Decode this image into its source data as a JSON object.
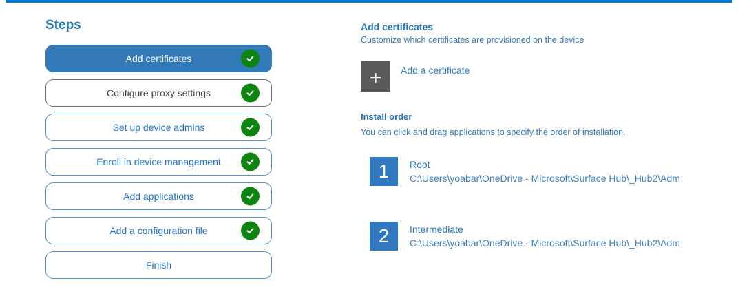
{
  "page": {
    "accent_color": "#0078D4",
    "active_step_color": "#3279B7",
    "check_color": "#0E8410",
    "tile_gray": "#58595B",
    "tile_blue": "#3079C0"
  },
  "steps_panel": {
    "title": "Steps",
    "steps": [
      {
        "label": "Add certificates",
        "completed": true,
        "state": "active"
      },
      {
        "label": "Configure proxy settings",
        "completed": true,
        "state": "neutral"
      },
      {
        "label": "Set up device admins",
        "completed": true,
        "state": "blue"
      },
      {
        "label": "Enroll in device management",
        "completed": true,
        "state": "blue"
      },
      {
        "label": "Add applications",
        "completed": true,
        "state": "blue"
      },
      {
        "label": "Add a configuration file",
        "completed": true,
        "state": "blue"
      },
      {
        "label": "Finish",
        "completed": false,
        "state": "blue"
      }
    ]
  },
  "content": {
    "title": "Add certificates",
    "subtitle": "Customize which certificates are provisioned on the device",
    "add_button": {
      "icon": "plus-icon",
      "glyph": "+",
      "label": "Add a certificate"
    },
    "install_order": {
      "title": "Install order",
      "description": "You can click and drag applications to specify the order of installation.",
      "items": [
        {
          "order": "1",
          "name": "Root",
          "path": "C:\\Users\\yoabar\\OneDrive - Microsoft\\Surface Hub\\_Hub2\\Adm"
        },
        {
          "order": "2",
          "name": "Intermediate",
          "path": "C:\\Users\\yoabar\\OneDrive - Microsoft\\Surface Hub\\_Hub2\\Adm"
        }
      ]
    }
  }
}
